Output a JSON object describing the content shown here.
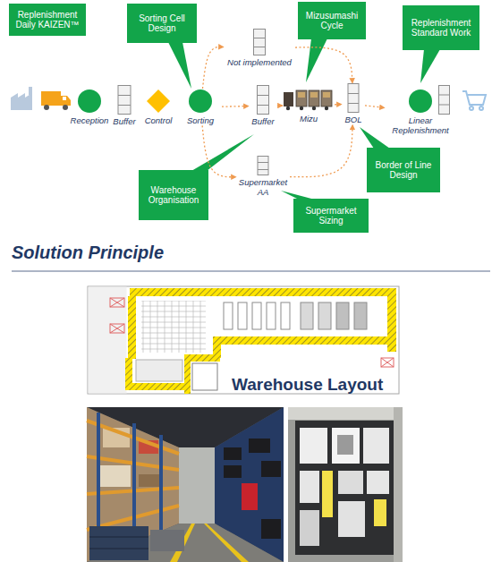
{
  "diagram": {
    "title": "Solution Principle",
    "nodes": [
      {
        "text": [
          "Replenishment Daily KAIZEN™"
        ]
      },
      {
        "text": [
          "Sorting Cell Design"
        ]
      },
      {
        "text": [
          "Mizusumashi Cycle"
        ]
      },
      {
        "text": [
          "Replenishment Standard Work"
        ]
      },
      {
        "text": [
          "Not implemented"
        ]
      },
      {
        "text": [
          "Reception"
        ]
      },
      {
        "text": [
          "Buffer"
        ]
      },
      {
        "text": [
          "Control"
        ]
      },
      {
        "text": [
          "Sorting"
        ]
      },
      {
        "text": [
          "Buffer"
        ]
      },
      {
        "text": [
          "Mizu"
        ]
      },
      {
        "text": [
          "BOL"
        ]
      },
      {
        "text": [
          "Linear Replenishment"
        ]
      },
      {
        "text": [
          "Border of Line Design"
        ]
      },
      {
        "text": [
          "Warehouse Organisation"
        ]
      },
      {
        "text": [
          "Supermarket AA"
        ]
      },
      {
        "text": [
          "Supermarket Sizing"
        ]
      }
    ],
    "edges": [
      {
        "from": 8,
        "to": 4,
        "arrow": "to"
      },
      {
        "from": 8,
        "to": 9,
        "arrow": "to"
      },
      {
        "from": 8,
        "to": 15,
        "arrow": "to"
      },
      {
        "from": 9,
        "to": 10,
        "arrow": "to"
      },
      {
        "from": 10,
        "to": 11,
        "arrow": "to"
      },
      {
        "from": 4,
        "to": 11,
        "arrow": "to"
      },
      {
        "from": 15,
        "to": 11,
        "arrow": "to"
      },
      {
        "from": 11,
        "to": 12,
        "arrow": "to"
      }
    ],
    "labels": [
      "Warehouse Layout"
    ]
  }
}
